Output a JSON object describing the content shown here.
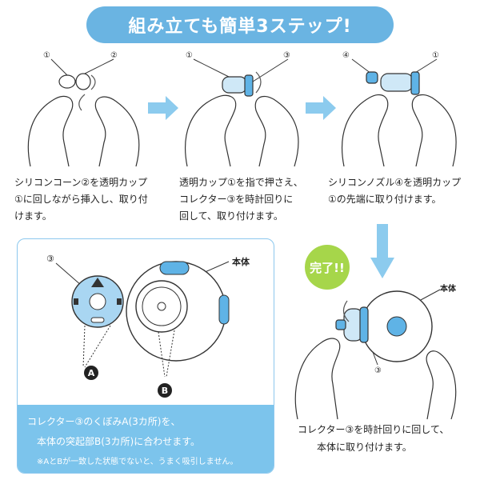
{
  "banner": {
    "title": "組み立ても簡単3ステップ!"
  },
  "steps": [
    {
      "caption": [
        "シリコンコーン②を透明カップ",
        "①に回しながら挿入し、取り付",
        "けます。"
      ],
      "labels": [
        "①",
        "②"
      ]
    },
    {
      "caption": [
        "透明カップ①を指で押さえ、",
        "コレクター③を時計回りに",
        "回して、取り付けます。"
      ],
      "labels": [
        "①",
        "③"
      ]
    },
    {
      "caption": [
        "シリコンノズル④を透明カップ",
        "①の先端に取り付けます。"
      ],
      "labels": [
        "④",
        "①"
      ]
    }
  ],
  "panel": {
    "label_part": "③",
    "label_body": "本体",
    "marker_a": "A",
    "marker_b": "B",
    "note": [
      "コレクター③のくぼみA(3カ所)を、",
      "本体の突起部B(3カ所)に合わせます。",
      "※AとBが一致した状態でないと、うまく吸引しません。"
    ]
  },
  "complete": {
    "badge": "完了!!",
    "label_body": "本体",
    "label_part": "③",
    "caption": [
      "コレクター③を時計回りに回して、",
      "本体に取り付けます。"
    ]
  },
  "colors": {
    "banner": "#6ab4e2",
    "note": "#7cc4ec",
    "badge": "#a6d64a",
    "arrow": "#8ccbee",
    "accent": "#5fb3e6"
  }
}
